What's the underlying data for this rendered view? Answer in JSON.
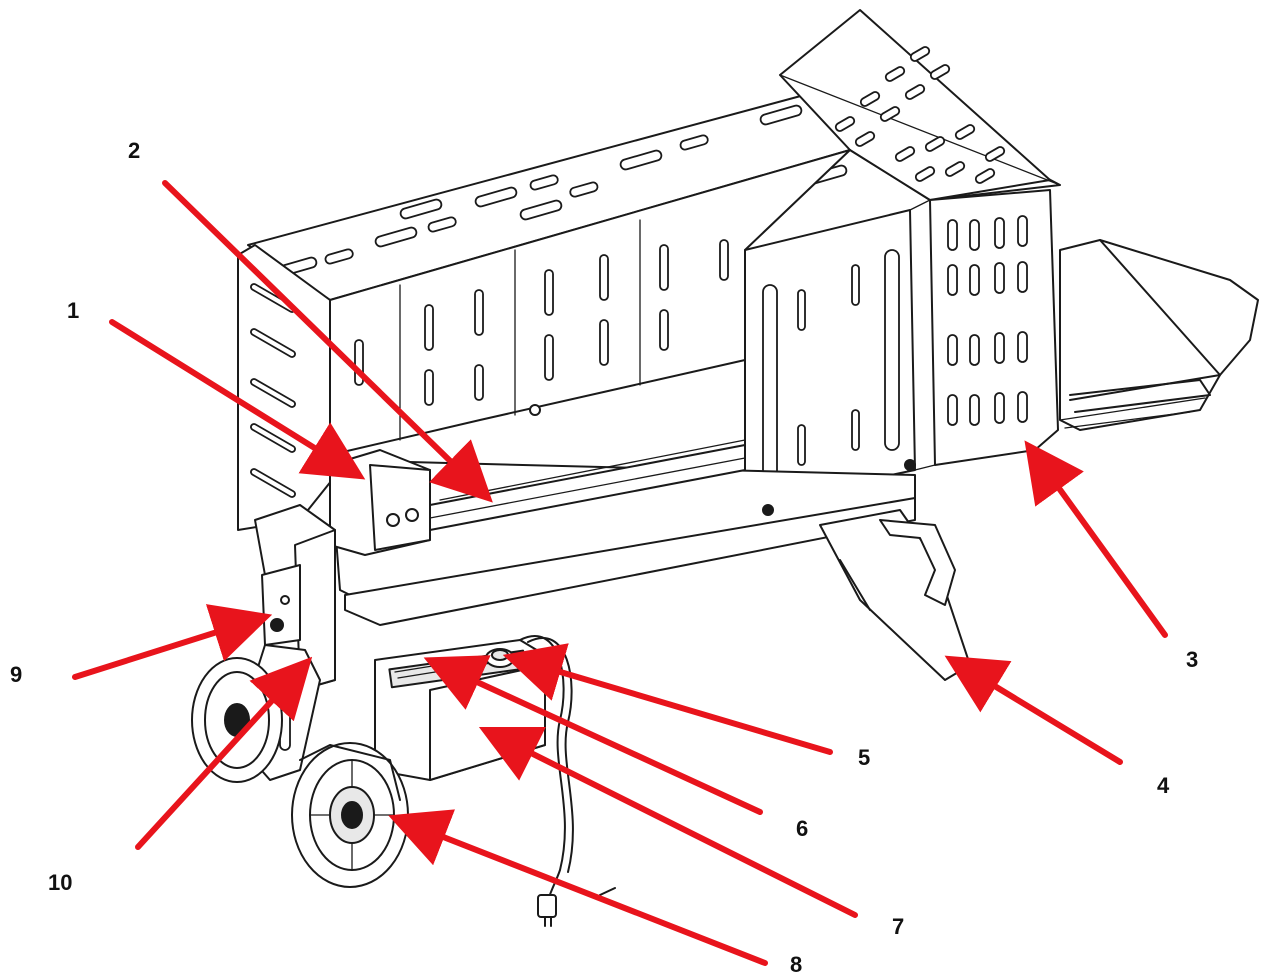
{
  "diagram": {
    "callouts": [
      {
        "id": "1",
        "label": "1"
      },
      {
        "id": "2",
        "label": "2"
      },
      {
        "id": "3",
        "label": "3"
      },
      {
        "id": "4",
        "label": "4"
      },
      {
        "id": "5",
        "label": "5"
      },
      {
        "id": "6",
        "label": "6"
      },
      {
        "id": "7",
        "label": "7"
      },
      {
        "id": "8",
        "label": "8"
      },
      {
        "id": "9",
        "label": "9"
      },
      {
        "id": "10",
        "label": "10"
      }
    ],
    "colors": {
      "arrow": "#e8141c",
      "line": "#1a1a1a",
      "background": "#ffffff"
    }
  }
}
